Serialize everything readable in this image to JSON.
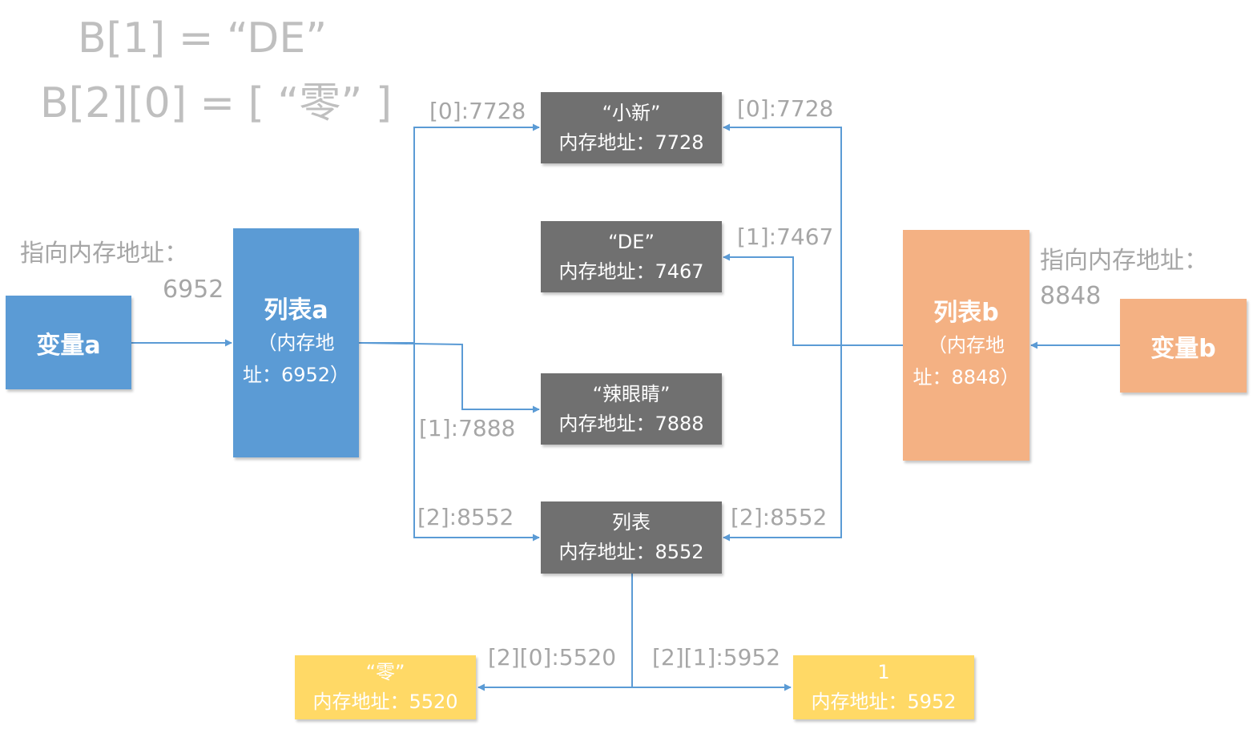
{
  "expressions": {
    "line1": "B[1] = “DE”",
    "line2": "B[2][0] = [ “零” ]"
  },
  "var_a": {
    "label": "变量a"
  },
  "var_b": {
    "label": "变量b"
  },
  "list_a": {
    "title": "列表a",
    "sub1": "（内存地",
    "sub2": "址：6952）"
  },
  "list_b": {
    "title": "列表b",
    "sub1": "（内存地",
    "sub2": "址：8848）"
  },
  "pointer_a": {
    "line1": "指向内存地址：",
    "line2": "6952"
  },
  "pointer_b": {
    "line1": "指向内存地址：",
    "line2": "8848"
  },
  "nodes": {
    "xiaoxin": {
      "value": "“小新”",
      "addr": "内存地址：7728"
    },
    "de": {
      "value": "“DE”",
      "addr": "内存地址：7467"
    },
    "layanjing": {
      "value": "“辣眼睛”",
      "addr": "内存地址：7888"
    },
    "inner_list": {
      "value": "列表",
      "addr": "内存地址：8552"
    },
    "ling": {
      "value": "“零”",
      "addr": "内存地址：5520"
    },
    "one": {
      "value": "1",
      "addr": "内存地址：5952"
    }
  },
  "edge_labels": {
    "a0": "[0]:7728",
    "a1": "[1]:7888",
    "a2": "[2]:8552",
    "b0": "[0]:7728",
    "b1": "[1]:7467",
    "b2": "[2]:8552",
    "c20": "[2][0]:5520",
    "c21": "[2][1]:5952"
  },
  "colors": {
    "blue": "#5b9bd5",
    "orange": "#f4b183",
    "gray": "#707070",
    "yellow": "#ffd966",
    "line": "#5b9bd5",
    "label": "#a6a6a6"
  }
}
